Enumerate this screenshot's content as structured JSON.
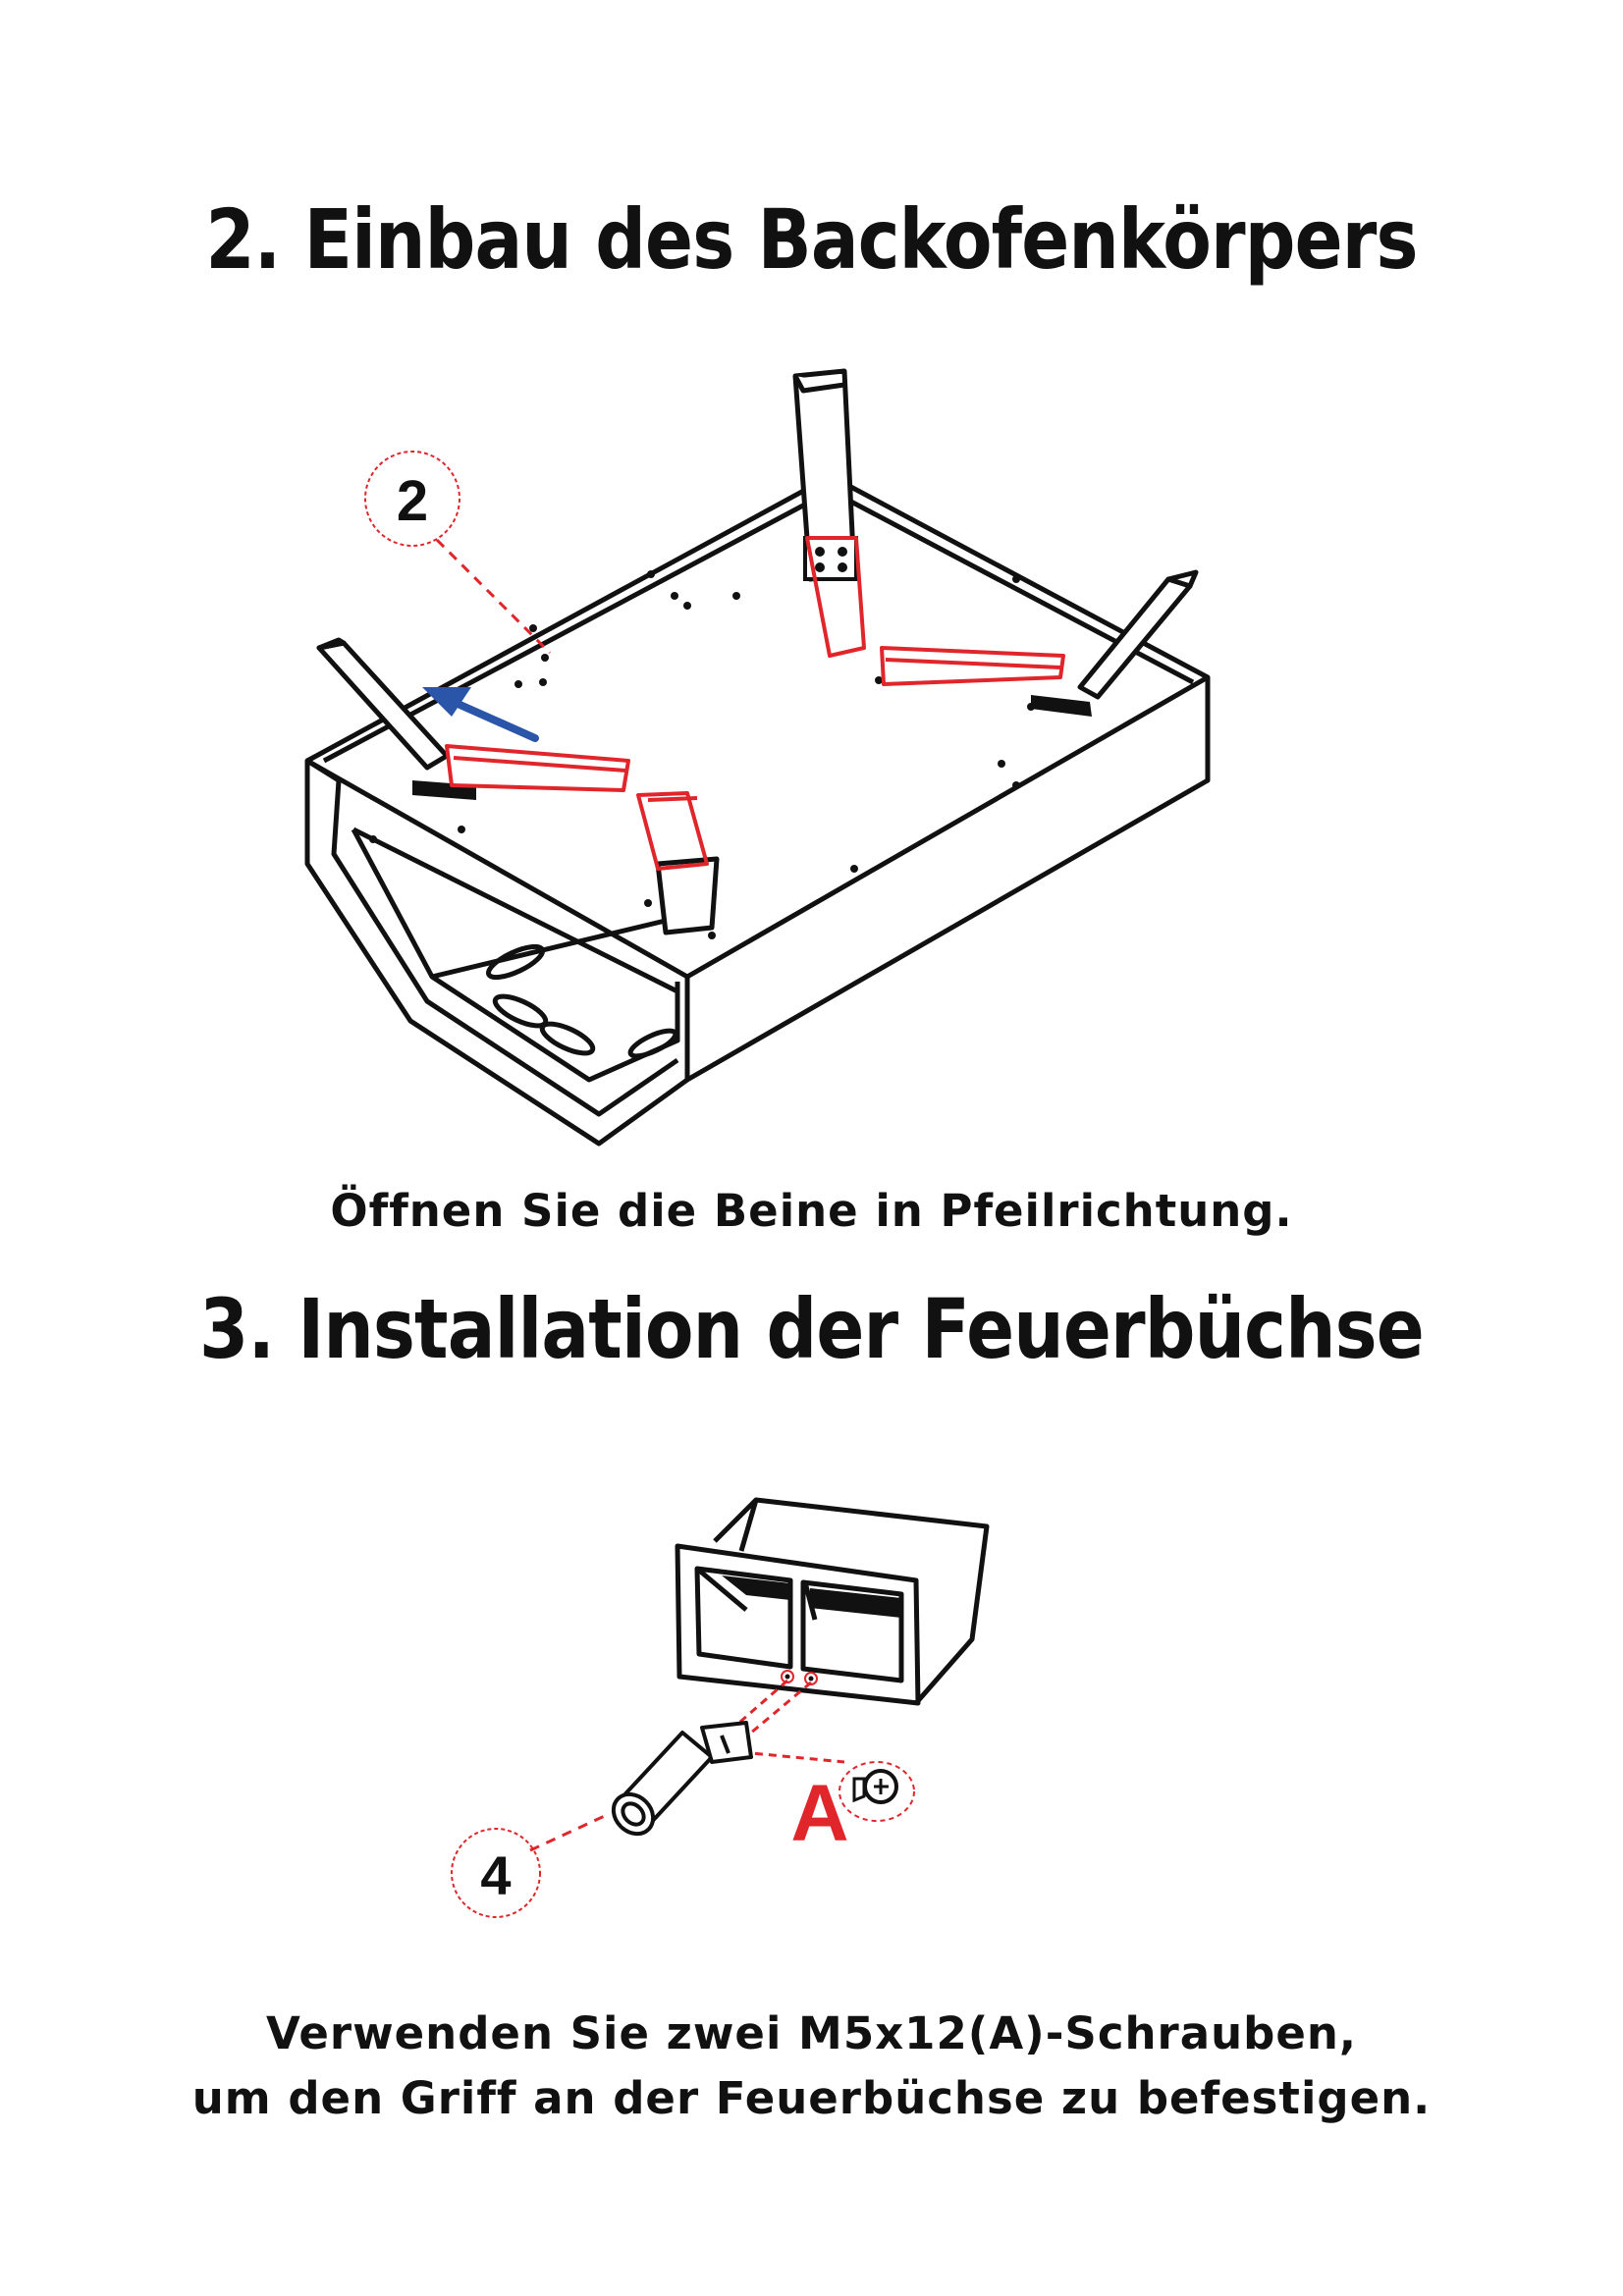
{
  "section2": {
    "title": "2. Einbau des Backofenkörpers",
    "callout": "2",
    "caption": "Öffnen Sie die Beine in Pfeilrichtung."
  },
  "section3": {
    "title": "3. Installation der Feuerbüchse",
    "callout": "4",
    "part_label": "A",
    "caption_line1": "Verwenden Sie zwei M5x12(A)-Schrauben,",
    "caption_line2": "um den Griff an der Feuerbüchse zu befestigen."
  },
  "colors": {
    "line": "#111111",
    "accent_red": "#e0262b",
    "arrow_blue": "#2a55a8"
  }
}
